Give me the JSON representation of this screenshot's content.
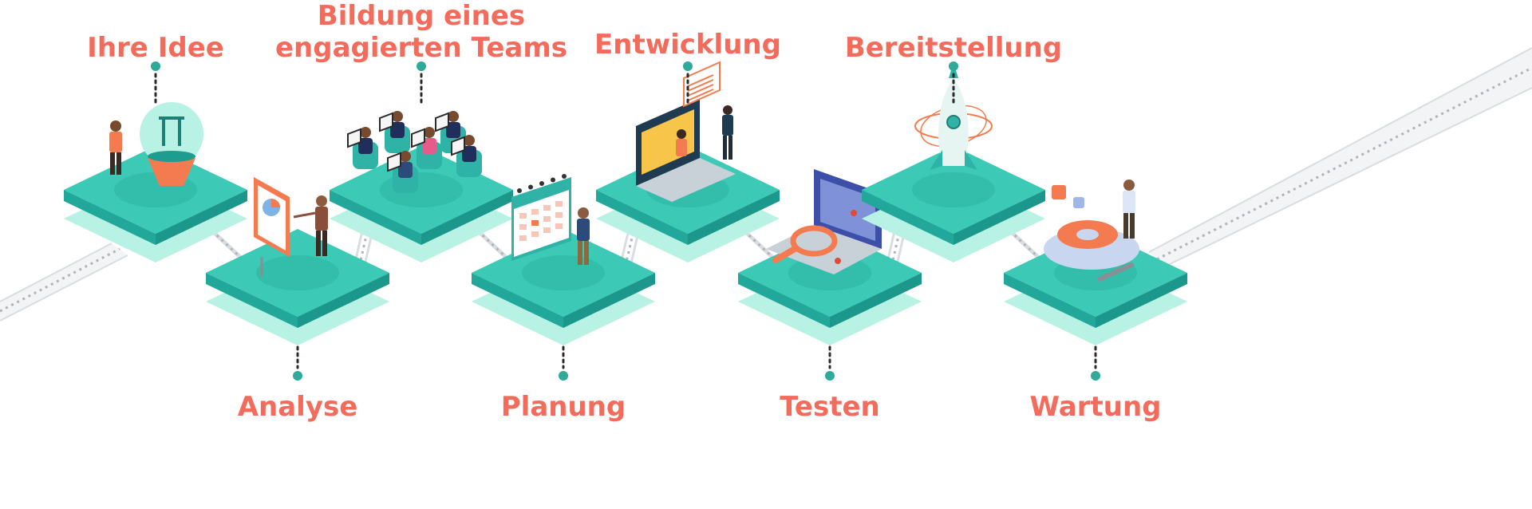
{
  "colors": {
    "label": "#F26B5B",
    "teal_top": "#3CC9B6",
    "teal_side": "#21A89B",
    "teal_shadow": "#B8F2E4",
    "connector_dot": "#2FA99A",
    "track": "#D9DDE1",
    "track_dashes": "#AEB4BA"
  },
  "steps": [
    {
      "id": "idee",
      "label": "Ihre Idee",
      "icon": "lightbulb-icon"
    },
    {
      "id": "analyse",
      "label": "Analyse",
      "icon": "presentation-board-icon"
    },
    {
      "id": "team",
      "label": "Bildung eines\nengagierten Teams",
      "icon": "team-laptops-icon"
    },
    {
      "id": "planung",
      "label": "Planung",
      "icon": "calendar-icon"
    },
    {
      "id": "entwicklung",
      "label": "Entwicklung",
      "icon": "laptop-code-icon"
    },
    {
      "id": "testen",
      "label": "Testen",
      "icon": "magnifier-laptop-icon"
    },
    {
      "id": "bereitstellung",
      "label": "Bereitstellung",
      "icon": "rocket-icon"
    },
    {
      "id": "wartung",
      "label": "Wartung",
      "icon": "gears-wrench-icon"
    }
  ]
}
